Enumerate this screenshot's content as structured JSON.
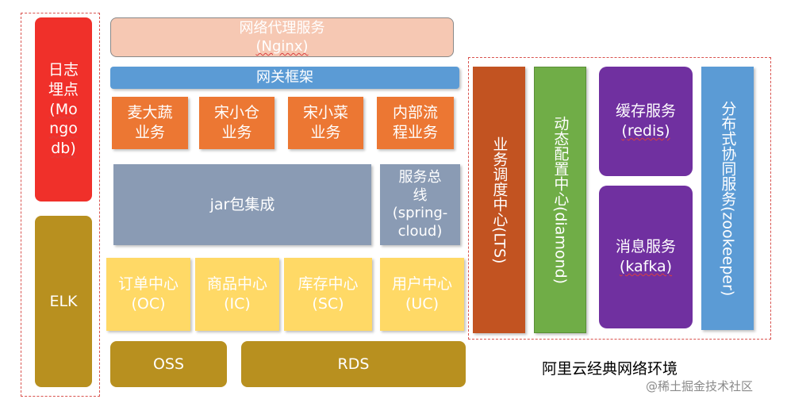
{
  "colors": {
    "red": "#f0302a",
    "gold": "#b8901f",
    "peach": "#f6c8b3",
    "blue_bar": "#5b9bd5",
    "orange": "#ec7733",
    "slate": "#8a9bb4",
    "yellow": "#ffd966",
    "dark_orange": "#c25321",
    "green": "#70ad47",
    "purple": "#7030a0",
    "light_blue": "#5b9bd5",
    "dashed_border": "#d9534f"
  },
  "left": {
    "log": {
      "line1": "日志",
      "line2": "埋点",
      "line3": "(Mo",
      "line4": "ngo",
      "line5": "db)"
    },
    "elk": "ELK"
  },
  "proxy": {
    "title": "网络代理服务",
    "sub": "(Nginx)"
  },
  "gateway": "网关框架",
  "business": [
    {
      "line1": "麦大蔬",
      "line2": "业务"
    },
    {
      "line1": "宋小仓",
      "line2": "业务"
    },
    {
      "line1": "宋小菜",
      "line2": "业务"
    },
    {
      "line1": "内部流",
      "line2": "程业务"
    }
  ],
  "jar": "jar包集成",
  "bus": {
    "line1": "服务总",
    "line2": "线",
    "line3": "(spring-",
    "line4": "cloud)"
  },
  "centers": [
    {
      "name": "订单中心",
      "code": "(OC)"
    },
    {
      "name": "商品中心",
      "code": "(IC)"
    },
    {
      "name": "库存中心",
      "code": "(SC)"
    },
    {
      "name": "用户中心",
      "code": "(UC)"
    }
  ],
  "storage": {
    "oss": "OSS",
    "rds": "RDS"
  },
  "right": {
    "lts": "业务调度中心(LTS)",
    "diamond": "动态配置中心(diamond)",
    "cache": {
      "name": "缓存服务",
      "sub": "(redis)"
    },
    "mq": {
      "name": "消息服务",
      "sub": "(kafka)"
    },
    "zk": "分布式协同服务(zookeeper)"
  },
  "env_label": "阿里云经典网络环境",
  "watermark": "@稀土掘金技术社区"
}
